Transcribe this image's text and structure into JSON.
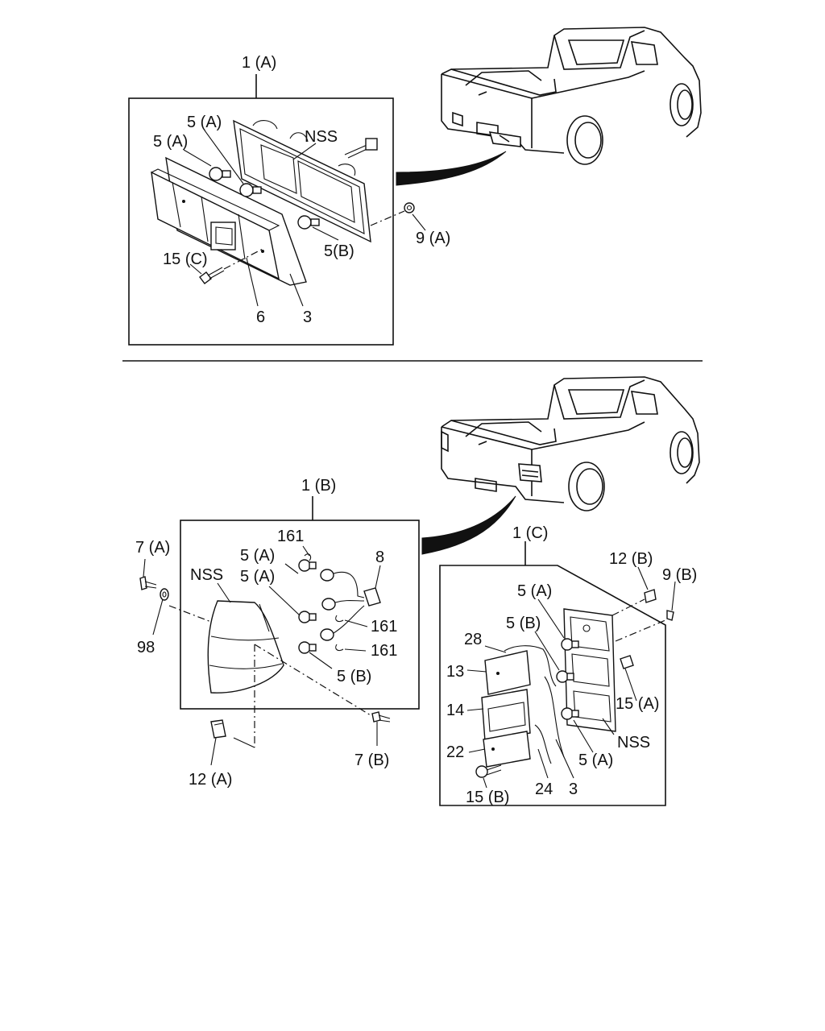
{
  "top": {
    "box_label": "1 (A)",
    "callouts": {
      "bulb_a_upper": "5 (A)",
      "bulb_a_left": "5 (A)",
      "nss": "NSS",
      "bulb_b": "5(B)",
      "nut": "9 (A)",
      "screw": "15 (C)",
      "lens": "6",
      "gasket": "3"
    }
  },
  "bottom_left": {
    "box_label": "1 (B)",
    "callouts": {
      "bolt_upper": "7 (A)",
      "washer": "98",
      "nss": "NSS",
      "bulb_a1": "5 (A)",
      "bulb_a2": "5 (A)",
      "clip_top": "161",
      "connector": "8",
      "clip_mid": "161",
      "clip_low": "161",
      "bulb_b": "5 (B)",
      "bolt_lower": "7 (B)",
      "clip_nut": "12 (A)"
    }
  },
  "bottom_right": {
    "box_label": "1 (C)",
    "callouts": {
      "nut_upper": "12 (B)",
      "clip_corner": "9 (B)",
      "bulb_a_top": "5 (A)",
      "bulb_b": "5 (B)",
      "gasket_28": "28",
      "lens_13": "13",
      "lens_14": "14",
      "lens_22": "22",
      "screw_15a": "15 (A)",
      "nss": "NSS",
      "bulb_a_low": "5 (A)",
      "gasket_24": "24",
      "gasket_3": "3",
      "screw_15b": "15 (B)"
    }
  }
}
